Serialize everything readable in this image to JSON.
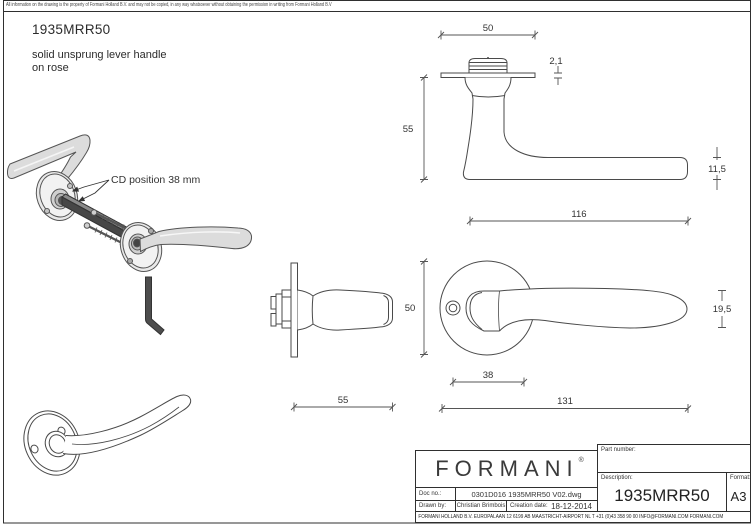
{
  "page": {
    "copyright": "All information on the drawing is the property of Formani Holland B.V. and may not be copied, in any way whatsoever without obtaining the permission in writing from Formani Holland B.V",
    "product_code": "1935MRR50",
    "description_line1": "solid unsprung lever handle",
    "description_line2": "on rose"
  },
  "exploded_view": {
    "cd_label": "CD position 38 mm"
  },
  "dimensions": {
    "side_view": {
      "rose_width": "50",
      "rose_thickness": "2,1",
      "height": "55",
      "lever_thickness": "11,5",
      "length": "116"
    },
    "top_view": {
      "depth": "55"
    },
    "front_view": {
      "rose_diameter": "50",
      "grip_height": "19,5",
      "cd": "38",
      "length": "131"
    }
  },
  "title_block": {
    "logo": "FORMANI",
    "logo_reg": "®",
    "doc_no_label": "Doc no.:",
    "doc_no": "0301D016 1935MRR50 V02.dwg",
    "drawn_by_label": "Drawn by:",
    "drawn_by": "Christian Brimbois",
    "creation_date_label": "Creation date:",
    "creation_date": "18-12-2014",
    "part_number_label": "Part number:",
    "part_number": "",
    "description_label": "Description:",
    "description": "1935MRR50",
    "format_label": "Format:",
    "format": "A3",
    "footer": "FORMANI HOLLAND B.V.  EUROPALAAN 12  6199 AB MAASTRICHT-AIRPORT NL  T +31 (0)43 358 90 00 INFO@FORMANI.COM FORMANI.COM"
  },
  "colors": {
    "line": "#4a4a4a",
    "text": "#333333",
    "metal_fill": "#dcdcdc",
    "rose_fill": "#e9e9e9",
    "dark_fill": "#474747",
    "background": "#ffffff"
  }
}
